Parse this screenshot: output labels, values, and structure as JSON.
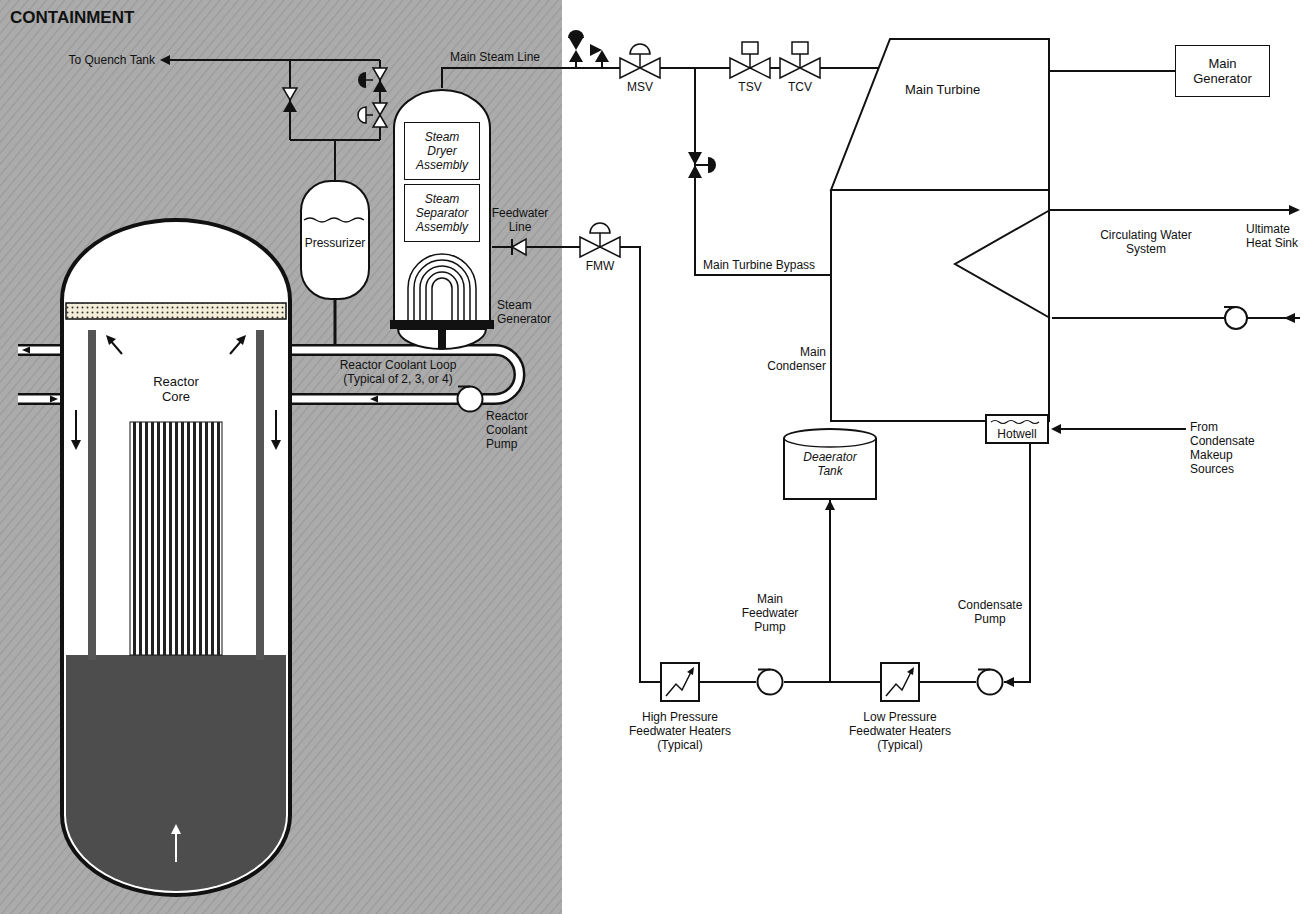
{
  "diagram": {
    "nodes": [
      {
        "text": [
          "CONTAINMENT"
        ]
      },
      {
        "text": [
          "Pressurizer"
        ],
        "in": 0
      },
      {
        "text": [
          "Steam Generator"
        ],
        "in": 0
      },
      {
        "text": [
          "Steam Dryer Assembly"
        ],
        "in": 2
      },
      {
        "text": [
          "Steam Separator Assembly"
        ],
        "in": 2
      },
      {
        "text": [
          "Reactor Core"
        ],
        "in": 0
      },
      {
        "text": [
          "Reactor Coolant Pump"
        ],
        "in": 0
      },
      {
        "text": [
          "MSV"
        ]
      },
      {
        "text": [
          "TSV"
        ]
      },
      {
        "text": [
          "TCV"
        ]
      },
      {
        "text": [
          "Main Turbine"
        ]
      },
      {
        "text": [
          "Main Generator"
        ]
      },
      {
        "text": [
          "Main Condenser"
        ]
      },
      {
        "text": [
          "Hotwell"
        ],
        "in": 12
      },
      {
        "text": [
          "FMW"
        ]
      },
      {
        "text": [
          "Deaerator Tank"
        ]
      },
      {
        "text": [
          "Condensate Pump"
        ]
      },
      {
        "text": [
          "Low Pressure Feedwater Heaters (Typical)"
        ]
      },
      {
        "text": [
          "Main Feedwater Pump"
        ]
      },
      {
        "text": [
          "High Pressure Feedwater Heaters (Typical)"
        ]
      }
    ],
    "edges": [
      {
        "from": 2,
        "to": 7,
        "arrow": "none",
        "label": "Main Steam Line"
      },
      {
        "from": 7,
        "to": 8,
        "arrow": "none"
      },
      {
        "from": 8,
        "to": 9,
        "arrow": "none"
      },
      {
        "from": 9,
        "to": 10,
        "arrow": "none"
      },
      {
        "from": 7,
        "to": 12,
        "arrow": "none",
        "label": "Main Turbine Bypass"
      },
      {
        "from": 10,
        "to": 11,
        "arrow": "none"
      },
      {
        "from": 13,
        "to": 16,
        "arrow": "to"
      },
      {
        "from": 16,
        "to": 17,
        "arrow": "none"
      },
      {
        "from": 17,
        "to": 15,
        "arrow": "to"
      },
      {
        "from": 17,
        "to": 18,
        "arrow": "none"
      },
      {
        "from": 18,
        "to": 19,
        "arrow": "none"
      },
      {
        "from": 19,
        "to": 14,
        "arrow": "none"
      },
      {
        "from": 14,
        "to": 2,
        "arrow": "none",
        "label": "Feedwater Line"
      }
    ],
    "labels": [
      "To Quench Tank",
      "Reactor Coolant Loop (Typical of 2, 3, or 4)",
      "Circulating Water System",
      "Ultimate Heat Sink",
      "From Condensate Makeup Sources"
    ]
  }
}
